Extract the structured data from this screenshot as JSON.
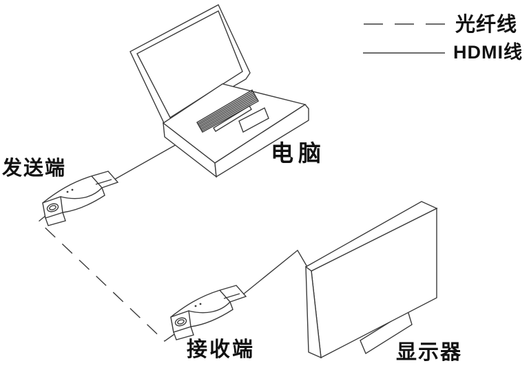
{
  "diagram": {
    "type": "connection-diagram",
    "components": {
      "computer": {
        "label": "电脑"
      },
      "transmitter": {
        "label": "发送端"
      },
      "receiver": {
        "label": "接收端"
      },
      "monitor": {
        "label": "显示器"
      }
    },
    "legend": {
      "items": [
        {
          "label": "光纤线",
          "line_style": "dashed"
        },
        {
          "label": "HDMI线",
          "line_style": "solid"
        }
      ]
    },
    "connections": [
      {
        "from": "computer",
        "to": "transmitter",
        "cable": "HDMI线",
        "line_style": "solid"
      },
      {
        "from": "transmitter",
        "to": "receiver",
        "cable": "光纤线",
        "line_style": "dashed"
      },
      {
        "from": "receiver",
        "to": "monitor",
        "cable": "HDMI线",
        "line_style": "solid"
      }
    ],
    "colors": {
      "background": "#ffffff",
      "line": "#3a3a3a",
      "text": "#111111"
    }
  }
}
